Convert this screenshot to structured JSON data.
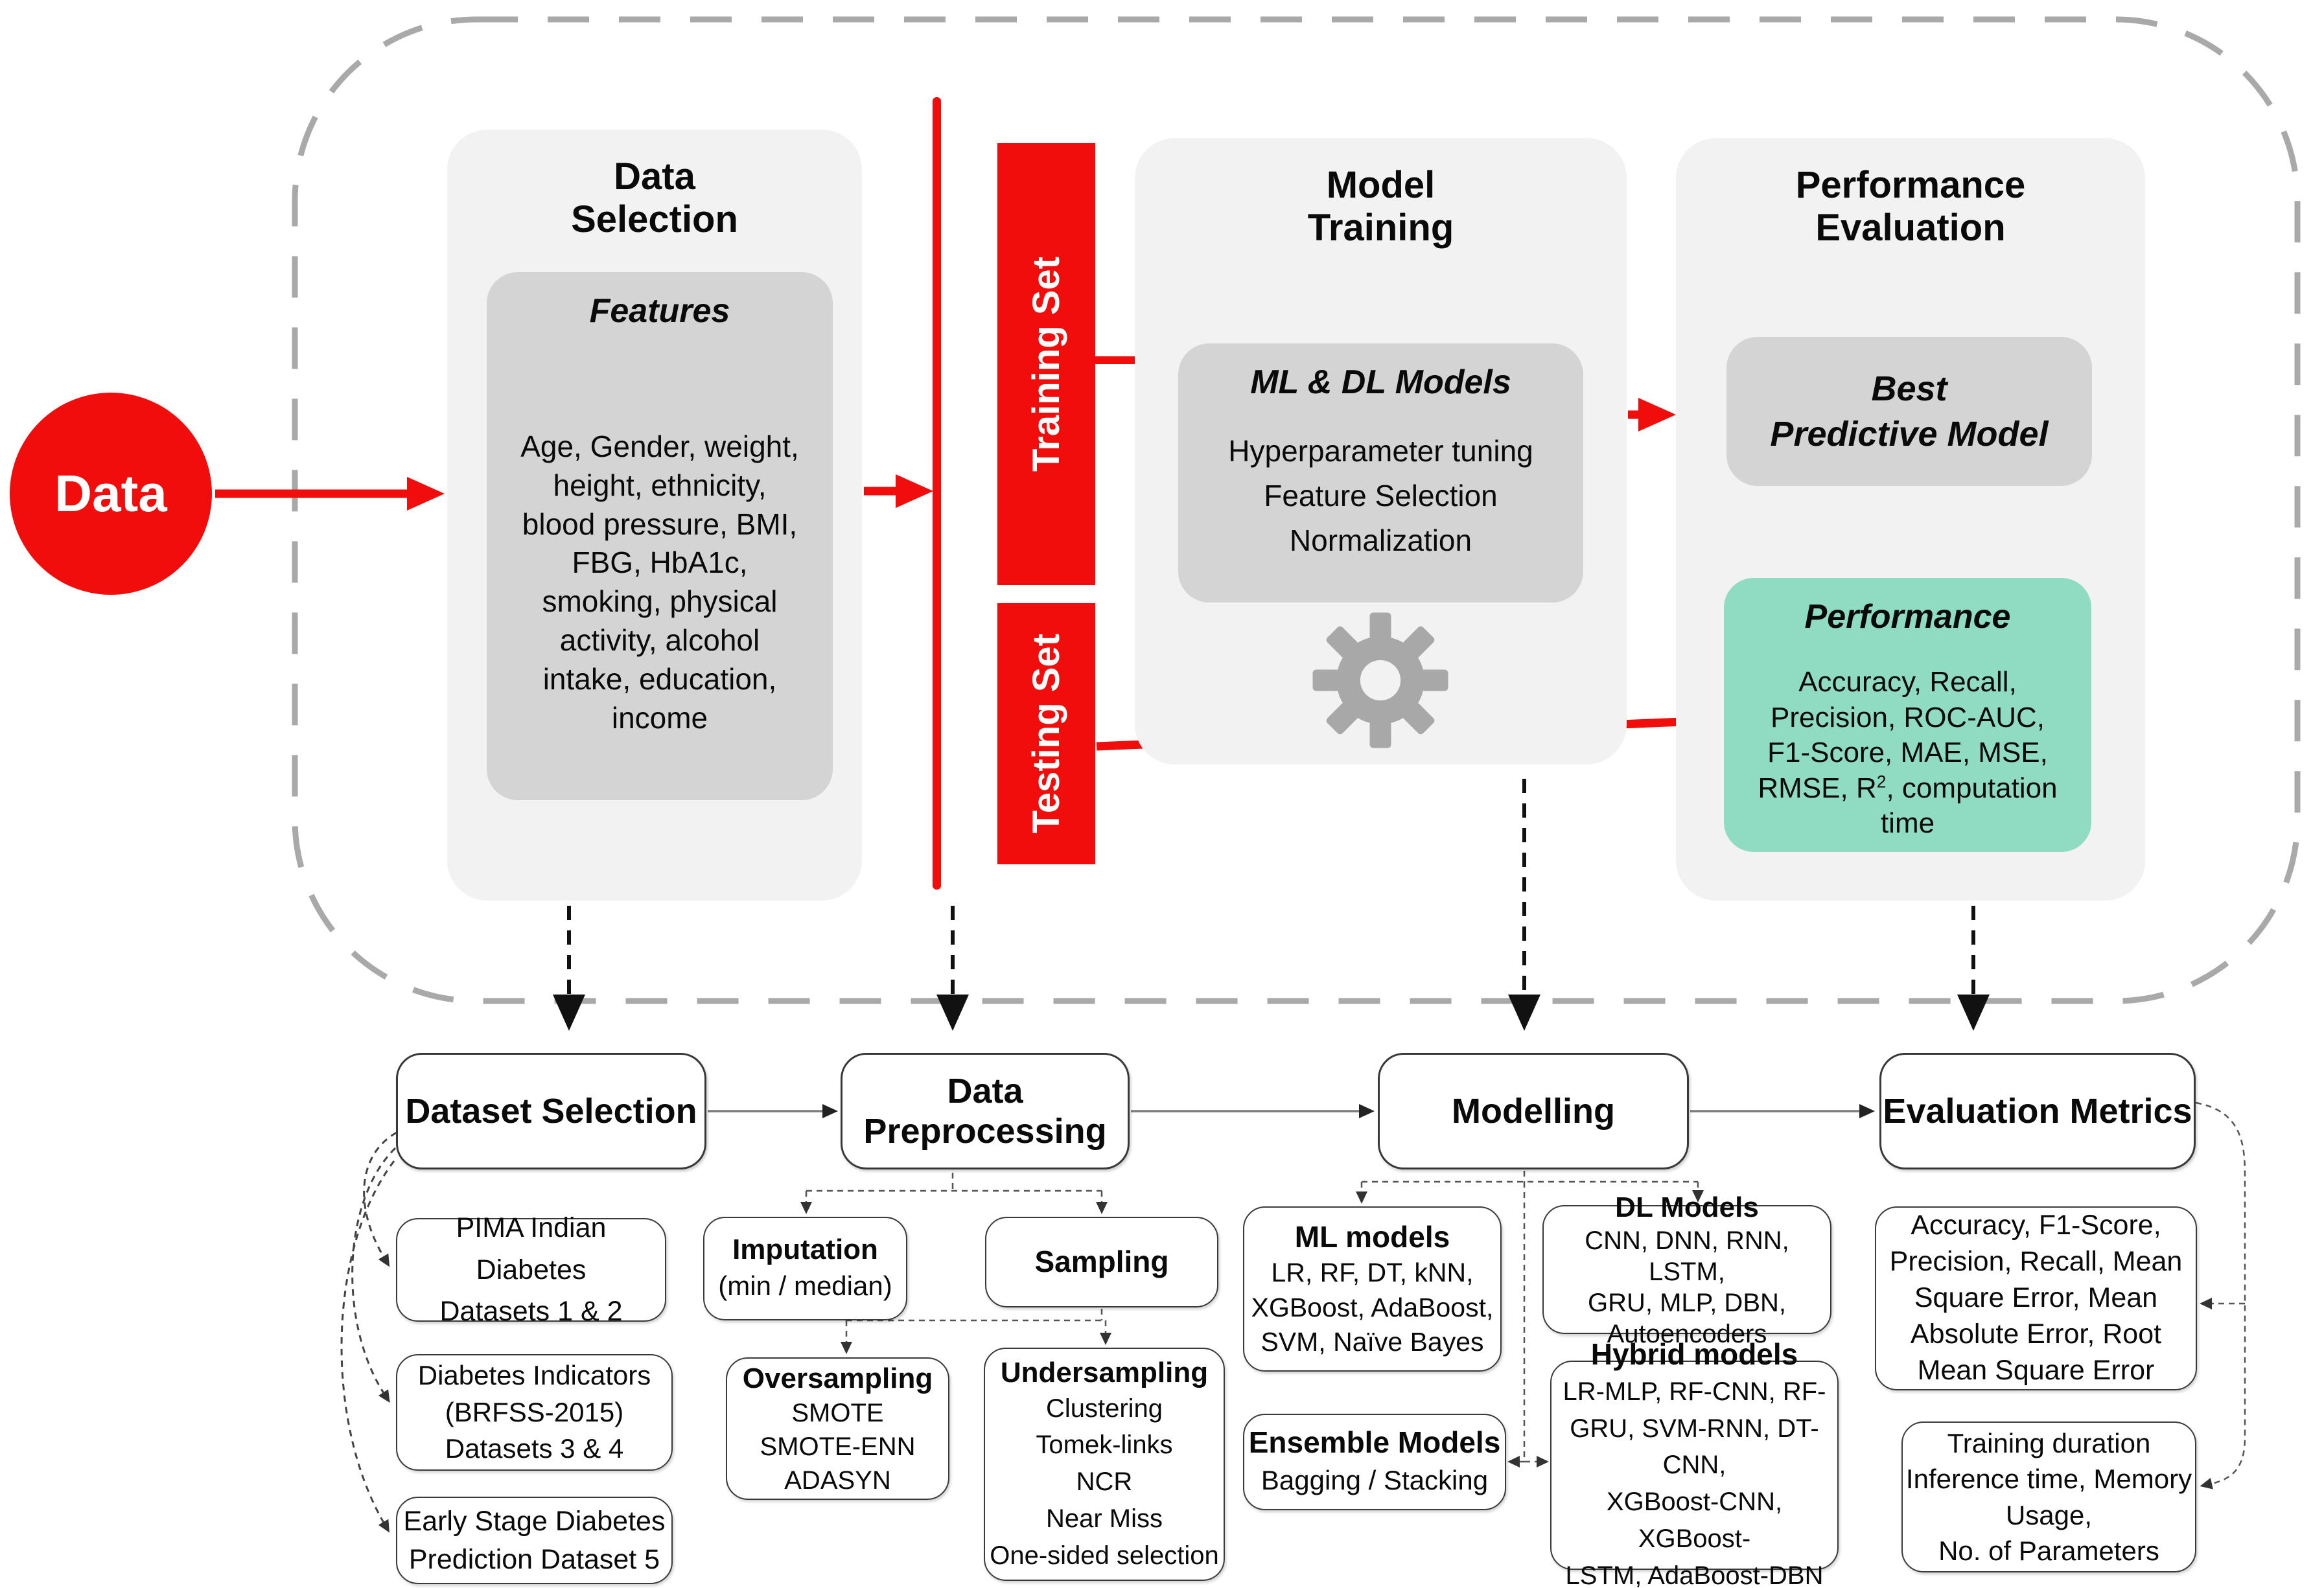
{
  "colors": {
    "accent_red": "#f20d0d",
    "panel_gray": "#f1f2f1",
    "inner_gray": "#d3d4d3",
    "performance_green": "#8fdcc2",
    "dashed_border_gray": "#a9a9a9",
    "gear_gray": "#a8a8a8"
  },
  "top": {
    "data_label": "Data",
    "data_selection": {
      "title_l1": "Data",
      "title_l2": "Selection",
      "features_title": "Features",
      "features_lines": [
        "Age, Gender, weight,",
        "height, ethnicity,",
        "blood pressure, BMI,",
        "FBG, HbA1c,",
        "smoking, physical",
        "activity, alcohol",
        "intake, education,",
        "income"
      ]
    },
    "training_set_label": "Training Set",
    "testing_set_label": "Testing Set",
    "model_training": {
      "title_l1": "Model",
      "title_l2": "Training",
      "inner_title": "ML & DL Models",
      "lines": [
        "Hyperparameter tuning",
        "Feature Selection",
        "Normalization"
      ]
    },
    "performance_evaluation": {
      "title_l1": "Performance",
      "title_l2": "Evaluation",
      "best_l1": "Best",
      "best_l2": "Predictive Model",
      "perf_title": "Performance",
      "perf_lines": [
        "Accuracy, Recall,",
        "Precision, ROC-AUC,",
        "F1-Score, MAE, MSE,"
      ],
      "perf_line4a": "RMSE, R",
      "perf_line4_sup": "2",
      "perf_line4b": ", computation",
      "perf_line5": "time"
    }
  },
  "bottom": {
    "flow": {
      "dataset": "Dataset Selection",
      "preprocessing_l1": "Data",
      "preprocessing_l2": "Preprocessing",
      "modelling": "Modelling",
      "evaluation": "Evaluation Metrics"
    },
    "datasets": [
      {
        "lines": [
          "PIMA Indian Diabetes",
          "Datasets 1 & 2"
        ]
      },
      {
        "lines": [
          "Diabetes Indicators",
          "(BRFSS-2015)",
          "Datasets 3 & 4"
        ]
      },
      {
        "lines": [
          "Early Stage Diabetes",
          "Prediction Dataset 5"
        ]
      }
    ],
    "preprocessing": {
      "imputation_title": "Imputation",
      "imputation_sub": "(min / median)",
      "sampling_title": "Sampling",
      "oversampling": {
        "title": "Oversampling",
        "items": [
          "SMOTE",
          "SMOTE-ENN",
          "ADASYN"
        ]
      },
      "undersampling": {
        "title": "Undersampling",
        "items": [
          "Clustering",
          "Tomek-links",
          "NCR",
          "Near Miss",
          "One-sided selection"
        ]
      }
    },
    "modelling": {
      "ml": {
        "title": "ML models",
        "lines": [
          "LR, RF, DT, kNN,",
          "XGBoost, AdaBoost,",
          "SVM, Naïve Bayes"
        ]
      },
      "dl": {
        "title": "DL Models",
        "lines": [
          "CNN, DNN, RNN, LSTM,",
          "GRU,  MLP, DBN,",
          "Autoencoders"
        ]
      },
      "ensemble": {
        "title": "Ensemble Models",
        "lines": [
          "Bagging / Stacking"
        ]
      },
      "hybrid": {
        "title": "Hybrid models",
        "lines": [
          "LR-MLP, RF-CNN, RF-",
          "GRU, SVM-RNN, DT-CNN,",
          "XGBoost-CNN, XGBoost-",
          "LSTM, AdaBoost-DBN"
        ]
      }
    },
    "evaluation": {
      "metrics1_lines": [
        "Accuracy, F1-Score,",
        "Precision, Recall, Mean",
        "Square Error, Mean",
        "Absolute Error, Root",
        "Mean Square Error"
      ],
      "metrics2_lines": [
        "Training duration",
        "Inference time, Memory",
        "Usage,",
        "No. of Parameters"
      ]
    }
  }
}
